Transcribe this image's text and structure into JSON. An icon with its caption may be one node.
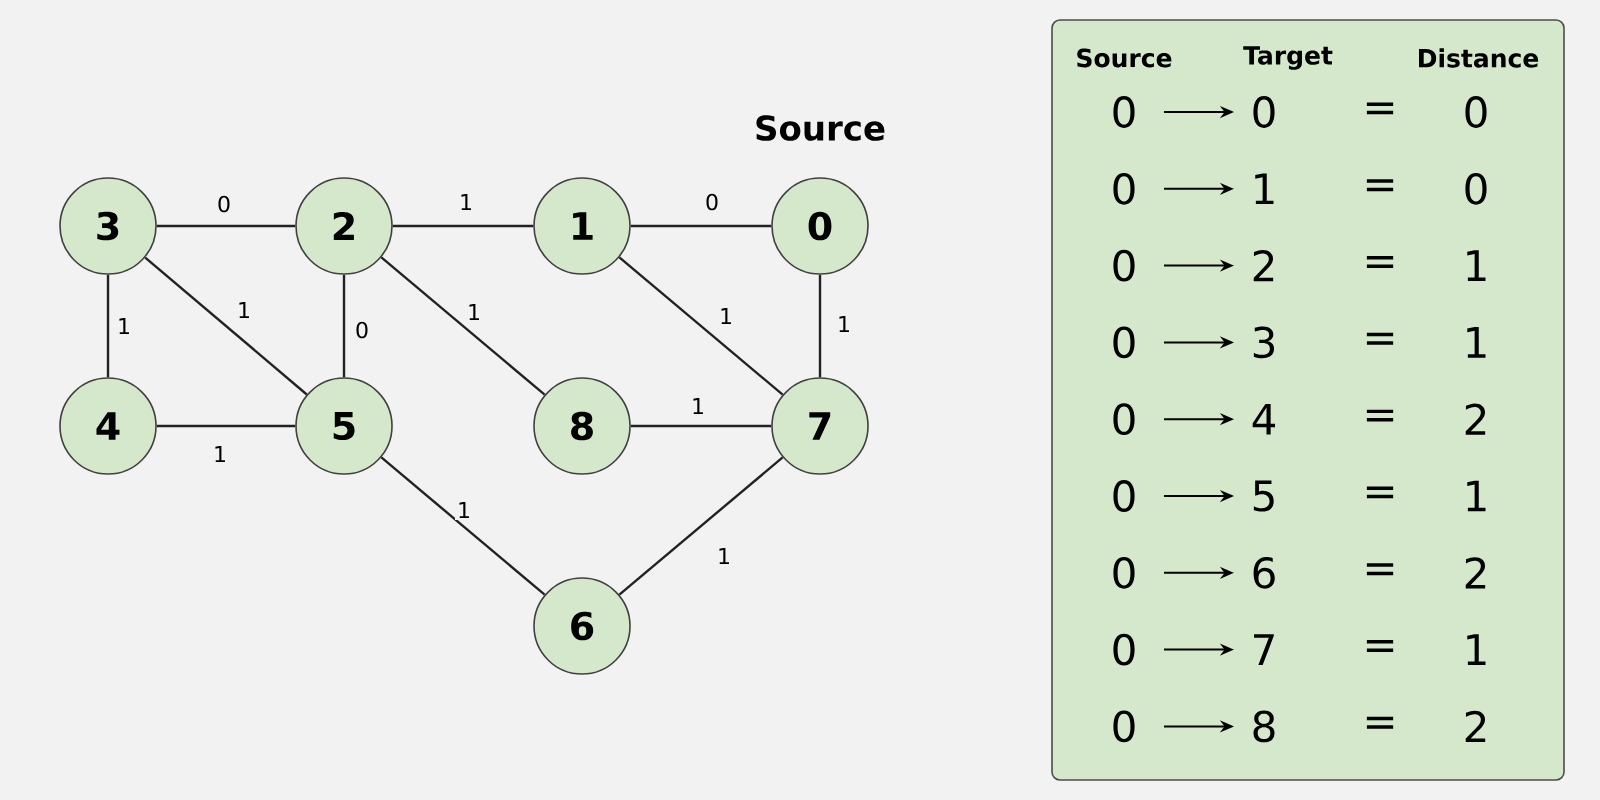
{
  "diagram": {
    "nodes": [
      {
        "text": [
          "3"
        ]
      },
      {
        "text": [
          "2"
        ]
      },
      {
        "text": [
          "1"
        ]
      },
      {
        "text": [
          "0"
        ],
        "beside": [
          "Source"
        ]
      },
      {
        "text": [
          "4"
        ]
      },
      {
        "text": [
          "5"
        ]
      },
      {
        "text": [
          "8"
        ]
      },
      {
        "text": [
          "7"
        ]
      },
      {
        "text": [
          "6"
        ]
      }
    ],
    "edges": [
      {
        "from": 0,
        "to": 1,
        "arrow": "none",
        "label": "0"
      },
      {
        "from": 1,
        "to": 2,
        "arrow": "none",
        "label": "1"
      },
      {
        "from": 2,
        "to": 3,
        "arrow": "none",
        "label": "0"
      },
      {
        "from": 0,
        "to": 4,
        "arrow": "none",
        "label": "1"
      },
      {
        "from": 0,
        "to": 5,
        "arrow": "none",
        "label": "1"
      },
      {
        "from": 1,
        "to": 5,
        "arrow": "none",
        "label": "0"
      },
      {
        "from": 1,
        "to": 6,
        "arrow": "none",
        "label": "1"
      },
      {
        "from": 2,
        "to": 7,
        "arrow": "none",
        "label": "1"
      },
      {
        "from": 3,
        "to": 7,
        "arrow": "none",
        "label": "1"
      },
      {
        "from": 4,
        "to": 5,
        "arrow": "none",
        "label": "1"
      },
      {
        "from": 6,
        "to": 7,
        "arrow": "none",
        "label": "1"
      },
      {
        "from": 5,
        "to": 8,
        "arrow": "none",
        "label": "1"
      },
      {
        "from": 7,
        "to": 8,
        "arrow": "none",
        "label": "1"
      }
    ],
    "labels": [
      "Source",
      "Target",
      "Distance",
      "0",
      "0",
      "=",
      "0",
      "0",
      "1",
      "=",
      "0",
      "0",
      "2",
      "=",
      "1",
      "0",
      "3",
      "=",
      "1",
      "0",
      "4",
      "=",
      "2",
      "0",
      "5",
      "=",
      "1",
      "0",
      "6",
      "=",
      "2",
      "0",
      "7",
      "=",
      "1",
      "0",
      "8",
      "=",
      "2"
    ]
  }
}
